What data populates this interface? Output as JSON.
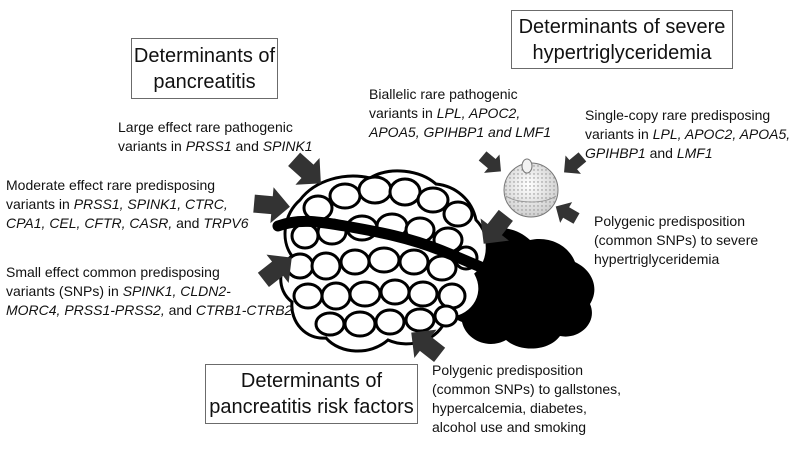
{
  "boxes": {
    "pancreatitis": [
      "Determinants of",
      "pancreatitis"
    ],
    "severe_htg": [
      "Determinants of severe",
      "hypertriglyceridemia"
    ],
    "risk_factors": [
      "Determinants of",
      "pancreatitis risk factors"
    ]
  },
  "labels": {
    "large_effect": {
      "l1": "Large effect rare pathogenic",
      "l2a": "variants in ",
      "l2b": "PRSS1",
      "l2c": " and ",
      "l2d": "SPINK1"
    },
    "moderate_effect": {
      "l1": "Moderate effect rare predisposing",
      "l2a": "variants in ",
      "l2b": "PRSS1, SPINK1, CTRC,",
      "l3a": "CPA1, CEL, CFTR, CASR,",
      "l3b": " and ",
      "l3c": "TRPV6"
    },
    "small_effect": {
      "l1": "Small effect common predisposing",
      "l2a": "variants (SNPs) in ",
      "l2b": "SPINK1, CLDN2-",
      "l3a": "MORC4, PRSS1-PRSS2,",
      "l3b": " and ",
      "l3c": "CTRB1-CTRB2"
    },
    "biallelic": {
      "l1": "Biallelic rare pathogenic",
      "l2a": "variants in ",
      "l2b": "LPL, APOC2,",
      "l3": "APOA5, GPIHBP1 and LMF1"
    },
    "single_copy": {
      "l1": "Single-copy rare predisposing",
      "l2a": "variants in ",
      "l2b": "LPL, APOC2, APOA5,",
      "l3a": "GPIHBP1",
      "l3b": " and ",
      "l3c": "LMF1"
    },
    "polygenic_htg": [
      "Polygenic predisposition",
      "(common SNPs) to severe",
      "hypertriglyceridemia"
    ],
    "polygenic_risk": [
      "Polygenic predisposition",
      "(common SNPs) to gallstones,",
      "hypercalcemia, diabetes,",
      "alcohol use and smoking"
    ]
  },
  "colors": {
    "arrow": "#333333",
    "ink": "#000000",
    "box_border": "#6b6b6b"
  },
  "icons": [
    "pancreas-illustration",
    "lipoprotein-particle-icon",
    "arrow-icon"
  ]
}
